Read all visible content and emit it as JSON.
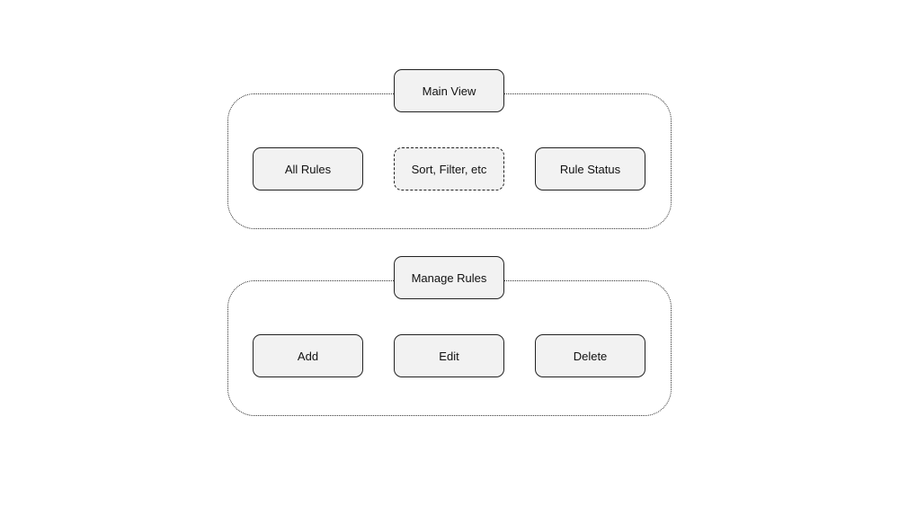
{
  "groups": [
    {
      "title": "Main View",
      "items": [
        {
          "label": "All Rules",
          "style": "solid"
        },
        {
          "label": "Sort, Filter, etc",
          "style": "dashed"
        },
        {
          "label": "Rule Status",
          "style": "solid"
        }
      ]
    },
    {
      "title": "Manage Rules",
      "items": [
        {
          "label": "Add",
          "style": "solid"
        },
        {
          "label": "Edit",
          "style": "solid"
        },
        {
          "label": "Delete",
          "style": "solid"
        }
      ]
    }
  ],
  "colors": {
    "node_fill": "#f2f2f2",
    "node_border": "#222222",
    "frame_border": "#333333",
    "background": "#ffffff"
  }
}
